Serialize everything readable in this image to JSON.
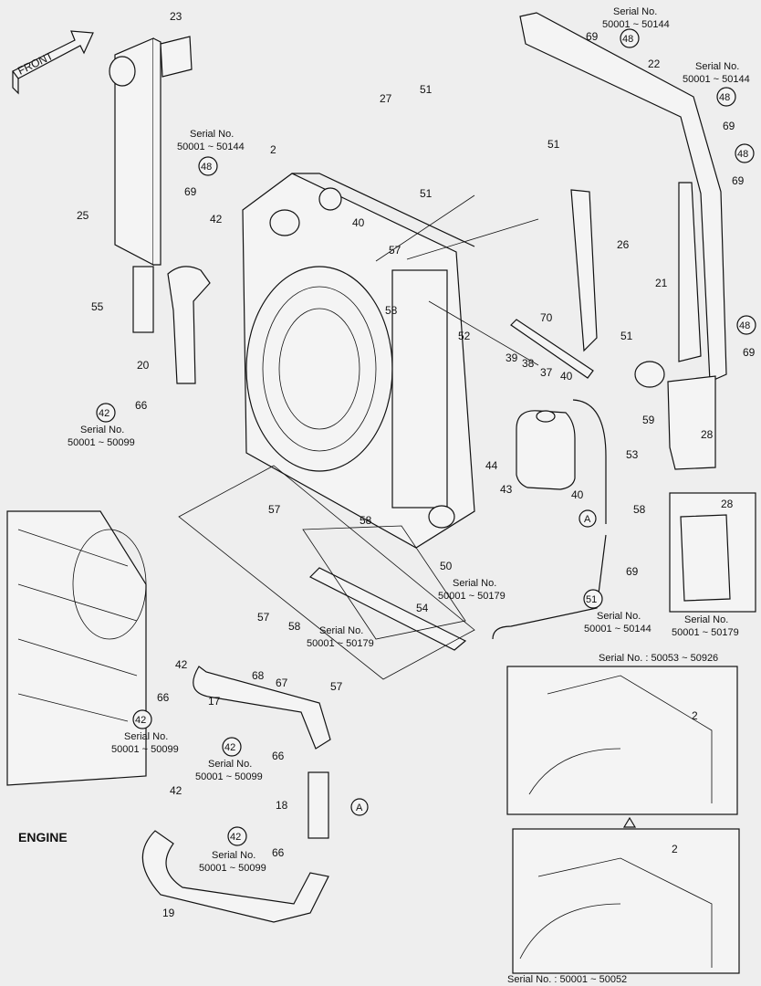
{
  "labels": {
    "front": "FRONT",
    "engine": "ENGINE",
    "p2": "2",
    "p17": "17",
    "p18": "18",
    "p19": "19",
    "p20": "20",
    "p21": "21",
    "p22": "22",
    "p23": "23",
    "p25": "25",
    "p26": "26",
    "p27": "27",
    "p28": "28",
    "p37": "37",
    "p38": "38",
    "p39": "39",
    "p40": "40",
    "p42": "42",
    "p43": "43",
    "p44": "44",
    "p48": "48",
    "p50": "50",
    "p51": "51",
    "p52": "52",
    "p53": "53",
    "p54": "54",
    "p55": "55",
    "p57": "57",
    "p58": "58",
    "p59": "59",
    "p66": "66",
    "p67": "67",
    "p68": "68",
    "p69": "69",
    "p70": "70",
    "a": "A"
  },
  "serial": {
    "sn": "Serial No.",
    "r50144": "50001 ~ 50144",
    "r50099": "50001 ~ 50099",
    "r50179": "50001 ~ 50179",
    "inset_top": "Serial No. : 50053 ~ 50926",
    "inset_bottom": "Serial No. : 50001 ~ 50052"
  }
}
